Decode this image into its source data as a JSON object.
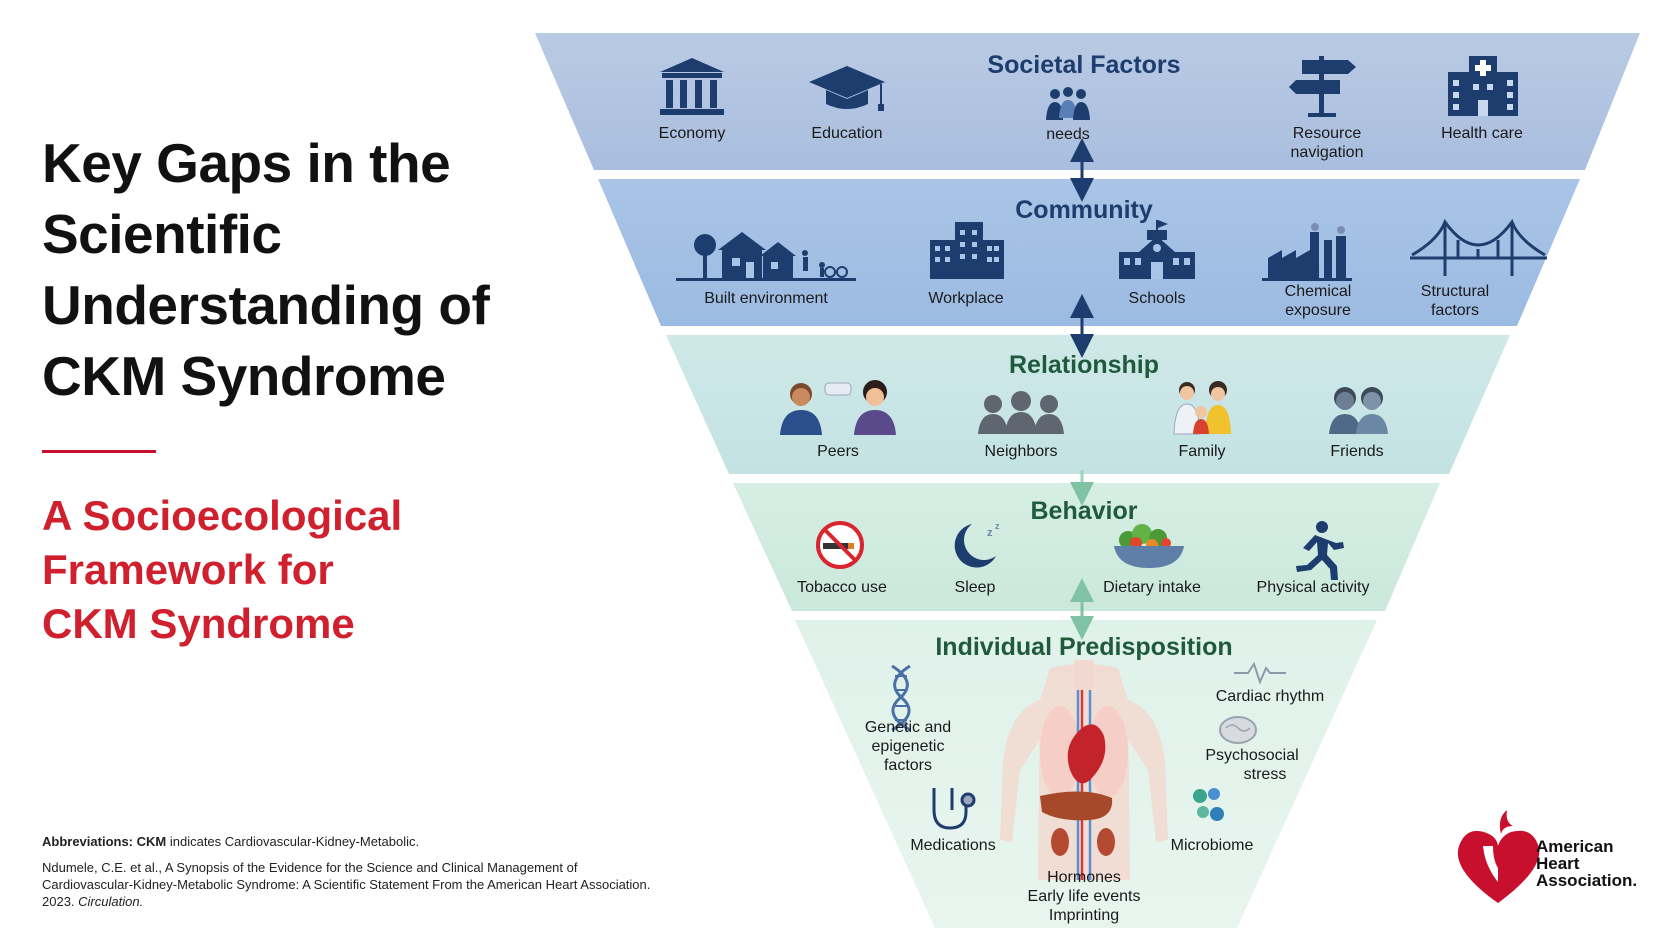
{
  "heading": {
    "title_lines": [
      "Key Gaps in the",
      "Scientific",
      "Understanding of",
      "CKM Syndrome"
    ],
    "subtitle_lines": [
      "A Socioecological",
      "Framework for",
      "CKM Syndrome"
    ]
  },
  "footer": {
    "abbrev_label": "Abbreviations: CKM",
    "abbrev_text": " indicates Cardiovascular-Kidney-Metabolic.",
    "citation": "Ndumele, C.E. et al., A Synopsis of the Evidence for the Science and Clinical Management of Cardiovascular-Kidney-Metabolic Syndrome: A Scientific Statement From the American Heart Association. 2023. ",
    "journal": "Circulation."
  },
  "levels": [
    {
      "title": "Societal Factors",
      "items": [
        {
          "label": [
            "Economy"
          ],
          "icon": "bank-icon"
        },
        {
          "label": [
            "Education"
          ],
          "icon": "graduation-cap-icon"
        },
        {
          "label": [
            "needs"
          ],
          "icon": "people-group-icon"
        },
        {
          "label": [
            "Resource",
            "navigation"
          ],
          "icon": "signpost-icon"
        },
        {
          "label": [
            "Health care"
          ],
          "icon": "hospital-icon"
        }
      ]
    },
    {
      "title": "Community",
      "items": [
        {
          "label": [
            "Built environment"
          ],
          "icon": "houses-icon"
        },
        {
          "label": [
            "Workplace"
          ],
          "icon": "office-building-icon"
        },
        {
          "label": [
            "Schools"
          ],
          "icon": "school-icon"
        },
        {
          "label": [
            "Chemical",
            "exposure"
          ],
          "icon": "factory-icon"
        },
        {
          "label": [
            "Structural",
            "factors"
          ],
          "icon": "bridge-icon"
        }
      ]
    },
    {
      "title": "Relationship",
      "items": [
        {
          "label": [
            "Peers"
          ],
          "icon": "peers-icon"
        },
        {
          "label": [
            "Neighbors"
          ],
          "icon": "neighbors-icon"
        },
        {
          "label": [
            "Family"
          ],
          "icon": "family-icon"
        },
        {
          "label": [
            "Friends"
          ],
          "icon": "friends-icon"
        }
      ]
    },
    {
      "title": "Behavior",
      "items": [
        {
          "label": [
            "Tobacco use"
          ],
          "icon": "no-smoking-icon"
        },
        {
          "label": [
            "Sleep"
          ],
          "icon": "moon-icon"
        },
        {
          "label": [
            "Dietary intake"
          ],
          "icon": "salad-bowl-icon"
        },
        {
          "label": [
            "Physical activity"
          ],
          "icon": "runner-icon"
        }
      ]
    },
    {
      "title": "Individual Predisposition",
      "items": [
        {
          "label": [
            "Genetic and",
            "epigenetic",
            "factors"
          ],
          "icon": "dna-icon"
        },
        {
          "label": [
            "Cardiac rhythm"
          ],
          "icon": "heartbeat-icon"
        },
        {
          "label": [
            "Psychosocial",
            "stress"
          ],
          "icon": "brain-icon"
        },
        {
          "label": [
            "Medications"
          ],
          "icon": "stethoscope-icon"
        },
        {
          "label": [
            "Microbiome"
          ],
          "icon": "microbe-icon"
        },
        {
          "label": [
            "Hormones",
            "Early life events",
            "Imprinting"
          ],
          "icon": "anatomy-icon"
        }
      ]
    }
  ],
  "logo": {
    "lines": [
      "American",
      "Heart",
      "Association."
    ]
  },
  "colors": {
    "accent_red": "#d0202e",
    "navy": "#1d3d6e",
    "green_dark": "#1f5a3c"
  }
}
